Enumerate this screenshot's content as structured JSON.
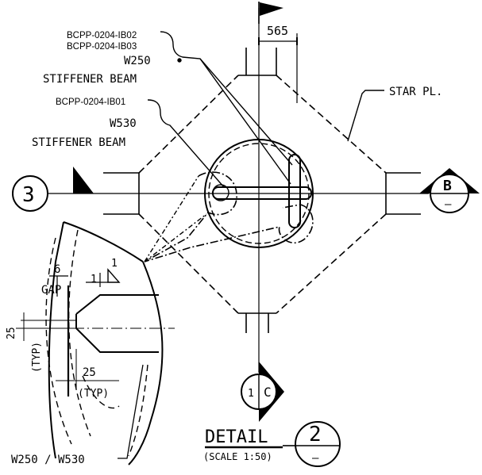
{
  "dimension_top": "565",
  "callout_1": {
    "refs": [
      "BCPP-0204-IB02",
      "BCPP-0204-IB03"
    ],
    "size": "W250",
    "desc": "STIFFENER BEAM"
  },
  "callout_2": {
    "ref": "BCPP-0204-IB01",
    "size": "W530",
    "desc": "STIFFENER BEAM"
  },
  "star_plate_label": "STAR PL.",
  "grid_3": "3",
  "section_b": {
    "letter": "B",
    "sheet": "–"
  },
  "section_c": {
    "letter": "C",
    "sheet": "1"
  },
  "enlarged": {
    "gap_value": "6",
    "gap_label": "GAP",
    "bevel_1": "1",
    "bevel_1b": "1",
    "dim_vertical": "25",
    "dim_vertical_typ": "(TYP)",
    "dim_horizontal": "25",
    "dim_horizontal_typ": "(TYP)",
    "member_label": "W250 / W530"
  },
  "title": {
    "text": "DETAIL",
    "scale": "(SCALE 1:50)",
    "number": "2",
    "sheet": "–"
  }
}
